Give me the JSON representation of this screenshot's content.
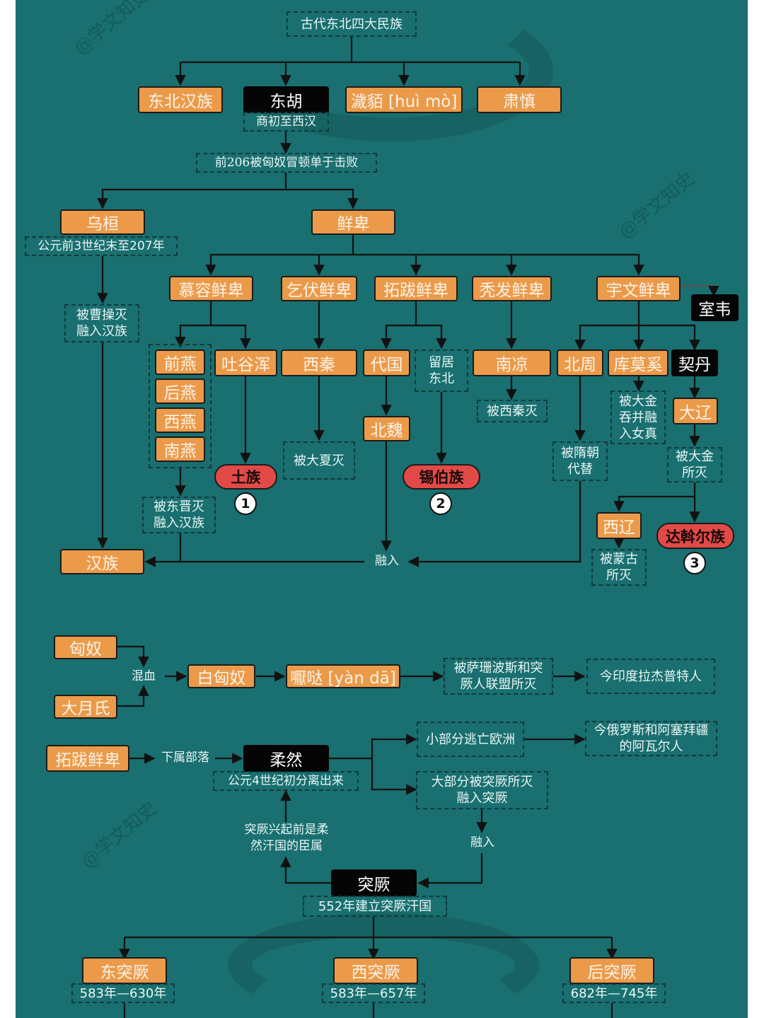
{
  "watermark": "@学文知史",
  "colors": {
    "panel": "#1a6f70",
    "node_orange": "#eb9a4a",
    "node_black": "#050505",
    "node_red": "#e24a47",
    "line": "#111111"
  },
  "section1": {
    "root": "古代东北四大民族",
    "peoples": [
      "东北汉族",
      "东胡",
      "濊貊 [huì mò]",
      "肃慎"
    ],
    "donghu_period": "商初至西汉",
    "donghu_defeat": "前206被匈奴冒顿单于击败",
    "wuhuan": {
      "name": "乌桓",
      "period": "公元前3世纪末至207年",
      "fate": [
        "被曹操灭",
        "融入汉族"
      ]
    },
    "xianbei": {
      "name": "鲜卑",
      "branches": [
        "慕容鲜卑",
        "乞伏鲜卑",
        "拓跋鲜卑",
        "秃发鲜卑",
        "宇文鲜卑"
      ],
      "shiwei": "室韦",
      "murong_states": [
        "前燕",
        "后燕",
        "西燕",
        "南燕"
      ],
      "murong_fate": [
        "被东晋灭",
        "融入汉族"
      ],
      "tuyuhun": "吐谷浑",
      "tu_people": "土族",
      "xiqin": "西秦",
      "xiqin_fate": "被大夏灭",
      "daiguo": "代国",
      "beiwei": "北魏",
      "stay_ne": [
        "留居",
        "东北"
      ],
      "xibo": "锡伯族",
      "nanliang": "南凉",
      "nanliang_fate": "被西秦灭",
      "beizhou": "北周",
      "beizhou_fate": [
        "被隋朝",
        "代替"
      ],
      "kumoxi": "库莫奚",
      "kumoxi_fate": [
        "被大金",
        "吞并融",
        "入女真"
      ],
      "qidan": "契丹",
      "liao": "大辽",
      "liao_fate": [
        "被大金",
        "所灭"
      ],
      "xiliao": "西辽",
      "xiliao_fate": [
        "被蒙古",
        "所灭"
      ],
      "daur": "达斡尔族",
      "han": "汉族",
      "merge_label": "融入",
      "badges": [
        "1",
        "2",
        "3"
      ]
    }
  },
  "section2": {
    "xiongnu": "匈奴",
    "yuezhi": "大月氏",
    "mix_label": "混血",
    "white_huns": "白匈奴",
    "hephthalites": "嚈哒 [yàn dā]",
    "hep_fate": [
      "被萨珊波斯和突",
      "厥人联盟所灭"
    ],
    "hep_today": "今印度拉杰普特人",
    "tuoba": "拓跋鲜卑",
    "subordinate_label": "下属部落",
    "rouran": "柔然",
    "rouran_period": "公元4世纪初分离出来",
    "escape": "小部分逃亡欧洲",
    "avar": [
      "今俄罗斯和阿塞拜疆",
      "的阿瓦尔人"
    ],
    "destroyed": [
      "大部分被突厥所灭",
      "融入突厥"
    ],
    "merge_label": "融入",
    "vassal_label": [
      "突厥兴起前是柔",
      "然汗国的臣属"
    ],
    "turks": "突厥",
    "turks_period": "552年建立突厥汗国",
    "khaganates": [
      {
        "name": "东突厥",
        "period": "583年—630年"
      },
      {
        "name": "西突厥",
        "period": "583年—657年"
      },
      {
        "name": "后突厥",
        "period": "682年—745年"
      }
    ]
  }
}
